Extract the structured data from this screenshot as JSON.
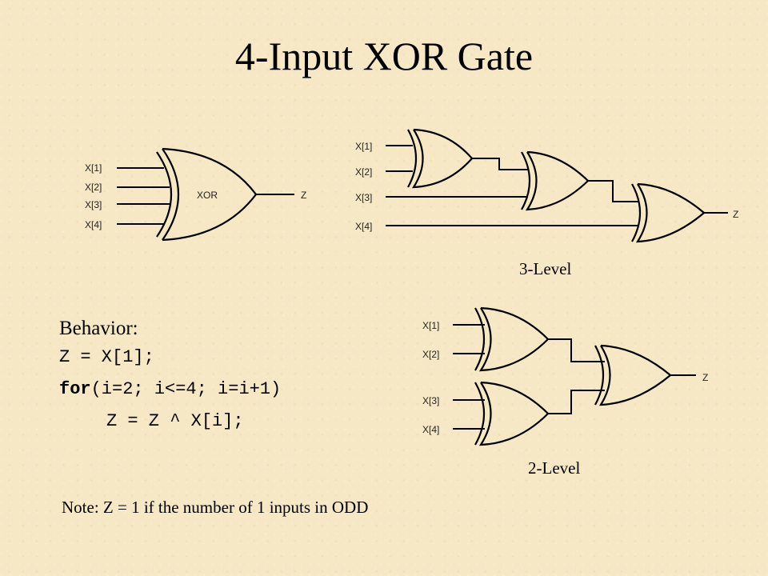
{
  "title": "4-Input XOR Gate",
  "single_gate": {
    "inputs": [
      "X[1]",
      "X[2]",
      "X[3]",
      "X[4]"
    ],
    "gate_label": "XOR",
    "output": "Z"
  },
  "three_level": {
    "inputs": [
      "X[1]",
      "X[2]",
      "X[3]",
      "X[4]"
    ],
    "output": "Z",
    "caption": "3-Level"
  },
  "two_level": {
    "inputs": [
      "X[1]",
      "X[2]",
      "X[3]",
      "X[4]"
    ],
    "output": "Z",
    "caption": "2-Level"
  },
  "behavior": {
    "heading": "Behavior:",
    "line1": "Z = X[1];",
    "line2_keyword": "for",
    "line2_rest": "(i=2; i<=4; i=i+1)",
    "line3": "Z = Z ^ X[i];"
  },
  "note": "Note:  Z = 1 if the number of 1 inputs in ODD"
}
